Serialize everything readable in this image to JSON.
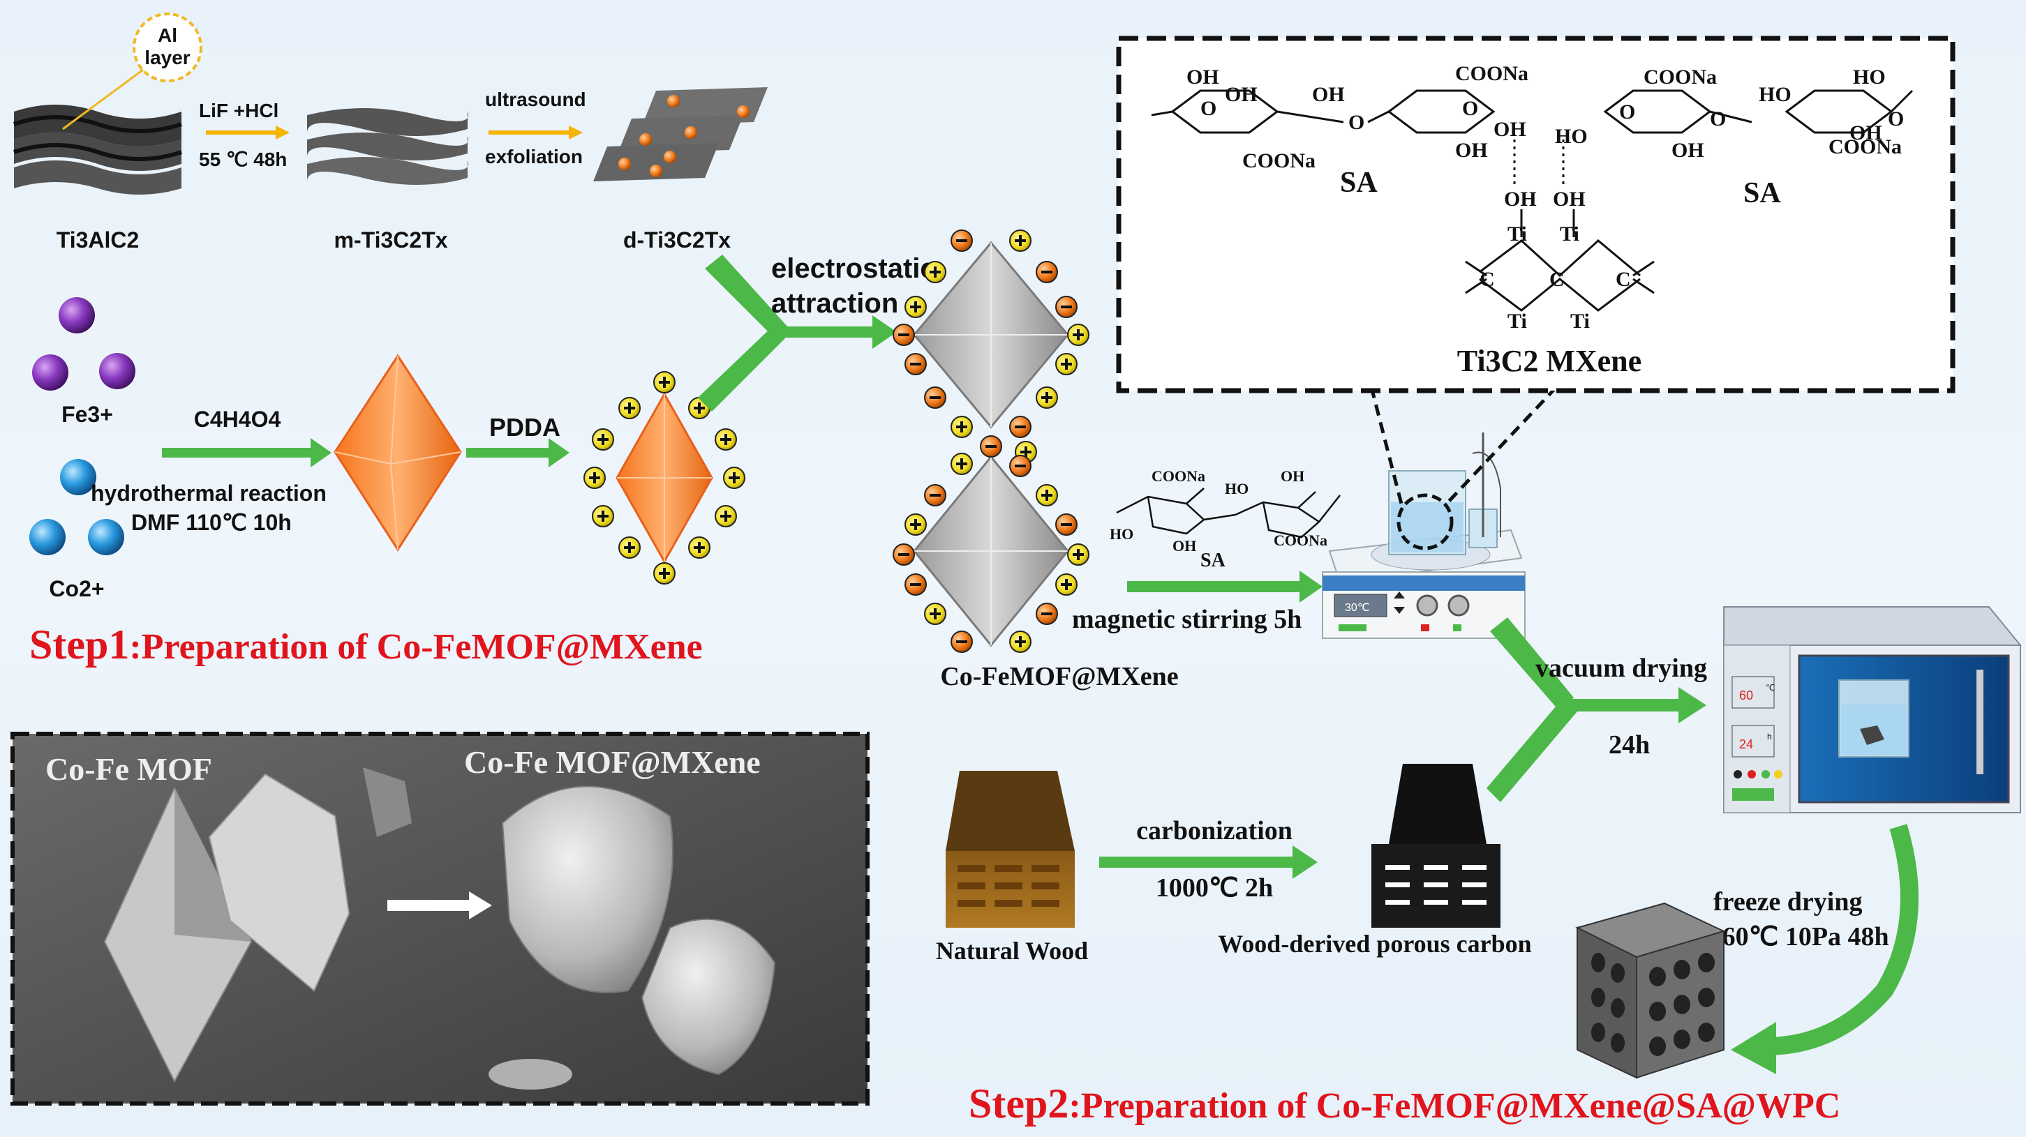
{
  "top_row": {
    "al_layer_1": "Al",
    "al_layer_2": "layer",
    "step_a_line1": "LiF +HCl",
    "step_a_line2": "55 ℃  48h",
    "step_b_line1": "ultrasound",
    "step_b_line2": "exfoliation",
    "ti3alc2": "Ti3AlC2",
    "m_ti3c2tx": "m-Ti3C2Tx",
    "d_ti3c2tx": "d-Ti3C2Tx"
  },
  "mof_row": {
    "fe": "Fe3+",
    "co": "Co2+",
    "reagent": "C4H4O4",
    "conditions_1": "hydrothermal reaction",
    "conditions_2": "DMF  110℃ 10h",
    "pdda": "PDDA",
    "electrostatic_1": "electrostatic",
    "electrostatic_2": "attraction"
  },
  "composite": {
    "label": "Co-FeMOF@MXene",
    "stirring": "magnetic stirring 5h",
    "stirrer_display": "30℃"
  },
  "inset_chem": {
    "sa_left": "SA",
    "sa_right": "SA",
    "mxene": "Ti3C2 MXene",
    "oh_groups": [
      "OH",
      "OH",
      "OH",
      "OH",
      "OH",
      "OH",
      "OH",
      "HO",
      "HO",
      "HO",
      "OH",
      "OH"
    ],
    "coona": [
      "COONa",
      "COONa",
      "COONa",
      "COONa"
    ],
    "ti": [
      "Ti",
      "Ti",
      "Ti",
      "Ti"
    ],
    "c": [
      "C",
      "C",
      "C"
    ],
    "o": [
      "O",
      "O",
      "O",
      "O",
      "O",
      "O"
    ]
  },
  "small_sa": {
    "coona_top": "COONa",
    "coona_bottom": "COONa",
    "ho_left": "HO",
    "oh_bottom": "OH",
    "ho_top": "HO",
    "oh_top": "OH",
    "label": "SA"
  },
  "step1": {
    "prefix": "Step1",
    "rest": ":Preparation of Co-FeMOF@MXene"
  },
  "sem": {
    "left": "Co-Fe MOF",
    "right": "Co-Fe MOF@MXene"
  },
  "wood": {
    "natural": "Natural Wood",
    "carbonization_1": "carbonization",
    "carbonization_2": "1000℃ 2h",
    "porous": "Wood-derived porous carbon"
  },
  "drying": {
    "vacuum_1": "vacuum drying",
    "vacuum_2": "24h",
    "oven_temp": "60",
    "oven_unit_t": "℃",
    "oven_time": "24",
    "oven_unit_h": "h",
    "freeze_1": "freeze drying",
    "freeze_2": "-60℃ 10Pa  48h"
  },
  "step2": {
    "prefix": "Step2",
    "rest": ":Preparation of Co-FeMOF@MXene@SA@WPC"
  },
  "colors": {
    "arrow_green": "#4cb848",
    "arrow_yellow": "#f4b400",
    "mof_orange": "#ff8a2b",
    "step_red": "#e0141c",
    "fe_purple": "#7a2aa8",
    "co_blue": "#1d8fd8"
  }
}
